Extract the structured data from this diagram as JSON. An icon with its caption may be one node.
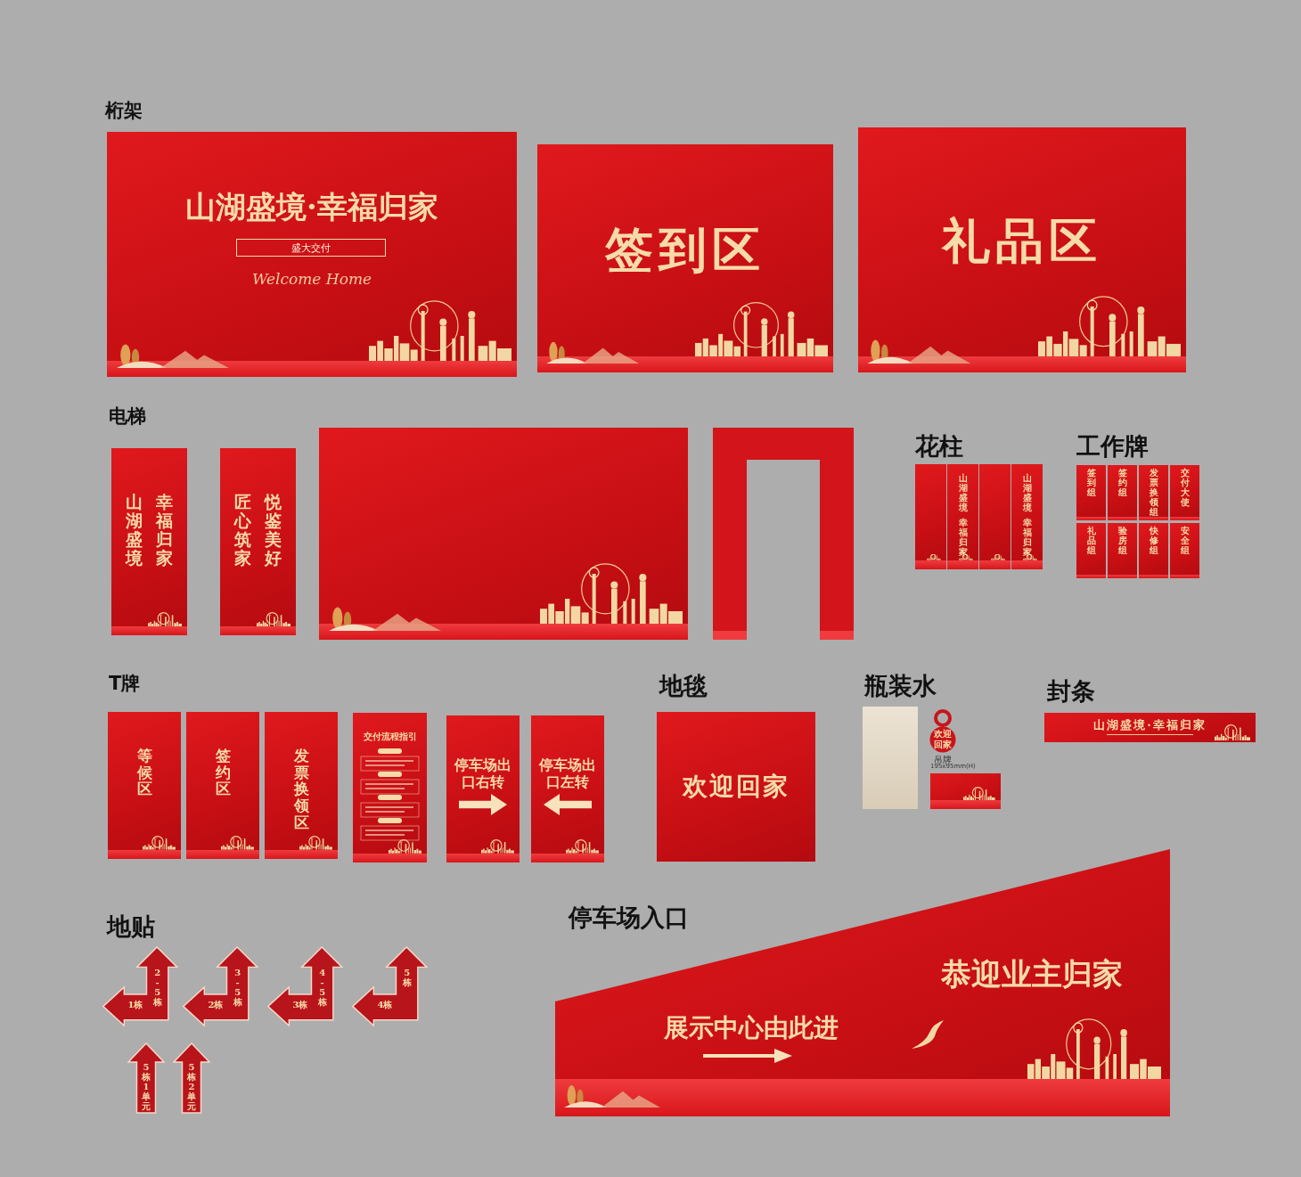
{
  "diagram": {
    "nodes": [
      {
        "text": [
          "山湖盛境·幸福归家",
          "盛大交付",
          "Welcome Home"
        ]
      },
      {
        "text": [
          "签到区"
        ]
      },
      {
        "text": [
          "礼品区"
        ]
      },
      {
        "text": [
          "山湖盛境",
          "幸福归家"
        ]
      },
      {
        "text": [
          "匠心筑家",
          "悦鉴美好"
        ]
      },
      {
        "text": [],
        "shape": "box"
      },
      {
        "text": [],
        "shape": "box"
      },
      {
        "text": [],
        "shape": "box"
      },
      {
        "text": [
          "山湖盛境",
          "幸福归家"
        ]
      },
      {
        "text": [],
        "shape": "box"
      },
      {
        "text": [
          "山湖盛境",
          "幸福归家"
        ]
      },
      {
        "text": [
          "签到组"
        ]
      },
      {
        "text": [
          "签约组"
        ]
      },
      {
        "text": [
          "发票换领组"
        ]
      },
      {
        "text": [
          "交付大使"
        ]
      },
      {
        "text": [
          "礼品组"
        ]
      },
      {
        "text": [
          "验房组"
        ]
      },
      {
        "text": [
          "快修组"
        ]
      },
      {
        "text": [
          "安全组"
        ]
      },
      {
        "text": [
          "等候区"
        ]
      },
      {
        "text": [
          "签约区"
        ]
      },
      {
        "text": [
          "发票换领区"
        ]
      },
      {
        "text": [
          "交付流程指引"
        ]
      },
      {
        "text": [
          "停车场出口右转"
        ]
      },
      {
        "text": [
          "停车场出口左转"
        ]
      },
      {
        "text": [
          "欢迎回家"
        ]
      },
      {
        "text": [],
        "shape": "picture"
      },
      {
        "text": [
          "欢迎回家"
        ],
        "beside": [
          "吊牌"
        ]
      },
      {
        "text": [],
        "shape": "box",
        "beside": [
          "195x95mm(H)"
        ]
      },
      {
        "text": [
          "山湖盛境·幸福归家"
        ]
      },
      {
        "text": [
          "1栋",
          "2-5栋"
        ]
      },
      {
        "text": [
          "2栋",
          "3-5栋"
        ]
      },
      {
        "text": [
          "3栋",
          "4-5栋"
        ]
      },
      {
        "text": [
          "4栋",
          "5栋"
        ]
      },
      {
        "text": [
          "5栋1单元"
        ]
      },
      {
        "text": [
          "5栋2单元"
        ]
      },
      {
        "text": [
          "恭迎业主归家",
          "展示中心由此进"
        ]
      }
    ],
    "labels": [
      "桁架",
      "电梯",
      "花柱",
      "工作牌",
      "T牌",
      "地毯",
      "瓶装水",
      "封条",
      "地贴",
      "停车场入口"
    ]
  }
}
